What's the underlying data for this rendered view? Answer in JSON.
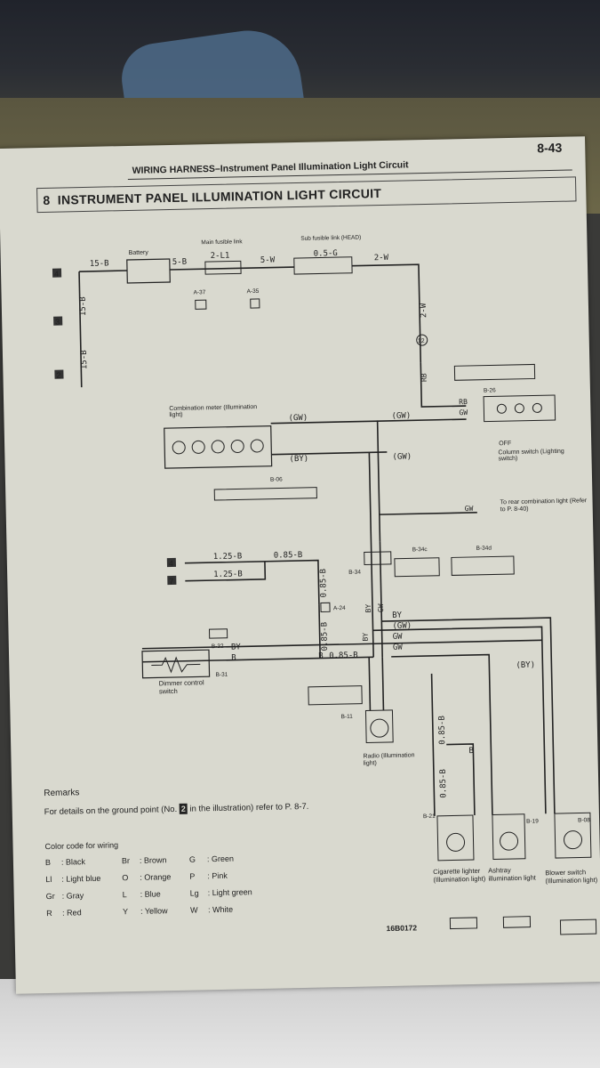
{
  "page": {
    "number": "8-43",
    "header": "WIRING HARNESS–Instrument Panel Illumination Light Circuit",
    "section_number": "8",
    "section_title": "INSTRUMENT PANEL ILLUMINATION LIGHT CIRCUIT",
    "ref_code": "16B0172"
  },
  "diagram": {
    "labels": {
      "battery": "Battery",
      "main_fusible_link": "Main fusible link",
      "sub_fusible_link": "Sub fusible link (HEAD)",
      "combination_meter": "Combination meter (Illumination light)",
      "column_switch_off": "OFF",
      "column_switch": "Column switch (Lighting switch)",
      "rear_combination": "To rear combination light (Refer to P. 8-40)",
      "dimmer": "Dimmer control switch",
      "radio": "Radio (Illumination light)",
      "cigarette": "Cigarette lighter (Illumination light)",
      "ashtray": "Ashtray illumination light",
      "blower": "Blower switch (Illumination light)"
    },
    "wires": {
      "w15b": "15-B",
      "w5b": "5-B",
      "w2l1": "2-L1",
      "w5w": "5-W",
      "w05g": "0.5-G",
      "w2w": "2-W",
      "rb": "RB",
      "gw": "GW",
      "gw_p": "(GW)",
      "by_p": "(BY)",
      "by": "BY",
      "b": "B",
      "w125b": "1.25-B",
      "w085b": "0.85-B"
    },
    "connectors": {
      "a37": "A-37",
      "a35": "A-35",
      "b26": "B-26",
      "b06": "B-06",
      "b34": "B-34",
      "b34c": "B-34c",
      "b34d": "B-34d",
      "a24": "A-24",
      "b32": "B-32",
      "b31": "B-31",
      "b11": "B-11",
      "b21": "B-21",
      "b19": "B-19",
      "b08": "B-08"
    },
    "ground_points": [
      "4",
      "3",
      "2",
      "4",
      "7"
    ],
    "circle_12": "12"
  },
  "remarks": {
    "title": "Remarks",
    "text_before": "For details on the ground point (No.",
    "badge": "2",
    "text_after": "in the illustration) refer to P. 8-7."
  },
  "color_code": {
    "title": "Color code for wiring",
    "rows": [
      [
        "B",
        ": Black",
        "Br",
        ": Brown",
        "G",
        ": Green"
      ],
      [
        "Ll",
        ": Light blue",
        "O",
        ": Orange",
        "P",
        ": Pink"
      ],
      [
        "Gr",
        ": Gray",
        "L",
        ": Blue",
        "Lg",
        ": Light green"
      ],
      [
        "R",
        ": Red",
        "Y",
        ": Yellow",
        "W",
        ": White"
      ]
    ]
  }
}
